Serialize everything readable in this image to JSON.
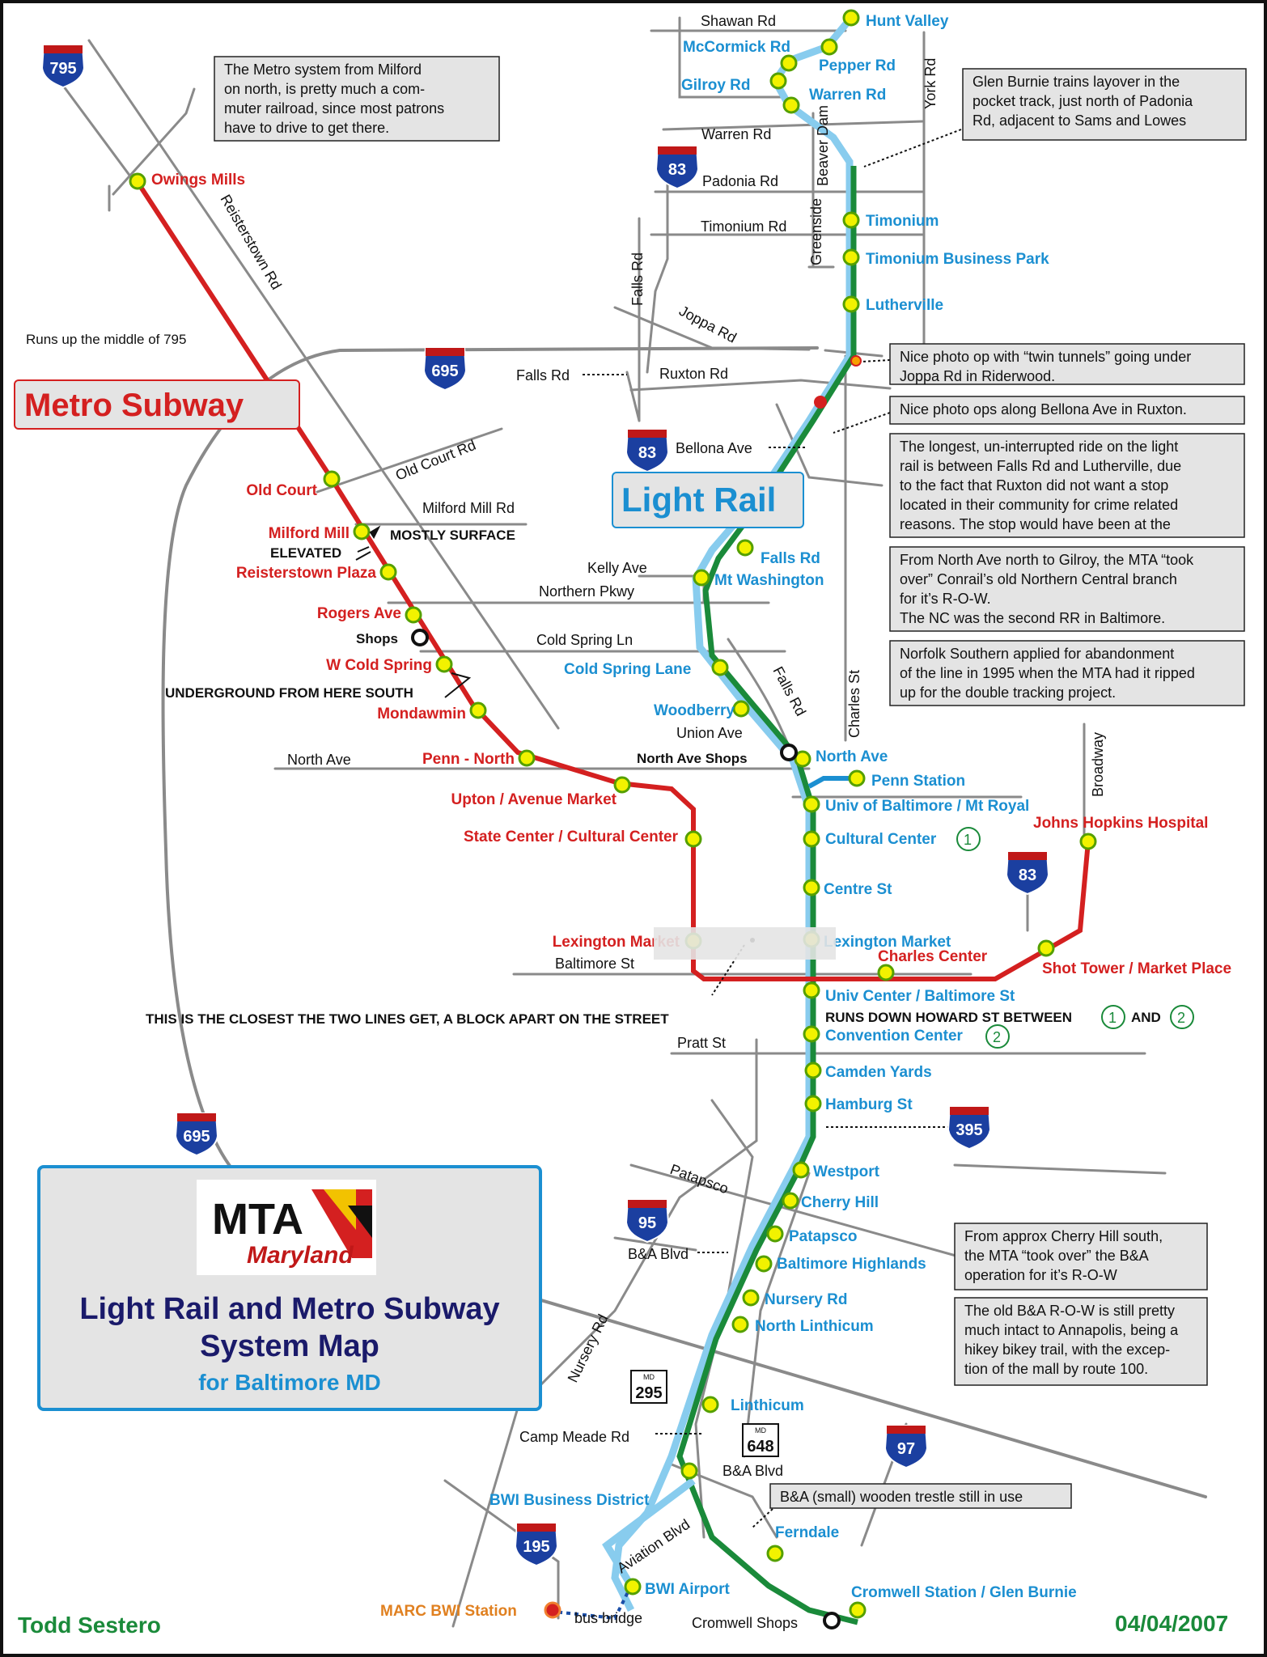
{
  "title": {
    "line1": "Light Rail and Metro Subway",
    "line2": "System Map",
    "line3": "for Baltimore MD"
  },
  "logo": {
    "text": "MTA",
    "sub": "Maryland"
  },
  "author": "Todd Sestero",
  "date": "04/04/2007",
  "line_names": {
    "subway": "Metro Subway",
    "light_rail": "Light Rail"
  },
  "colors": {
    "subway": "#d42020",
    "light_rail_green": "#1a8a3a",
    "light_rail_blue": "#88ccee",
    "station_fill": "#f2f200",
    "road": "#8a8a8a",
    "note_bg": "#e4e4e4"
  },
  "subway_stations": [
    {
      "id": "owings-mills",
      "name": "Owings Mills"
    },
    {
      "id": "old-court",
      "name": "Old Court"
    },
    {
      "id": "milford-mill",
      "name": "Milford Mill"
    },
    {
      "id": "reisterstown-plaza",
      "name": "Reisterstown Plaza"
    },
    {
      "id": "rogers-ave",
      "name": "Rogers Ave"
    },
    {
      "id": "w-cold-spring",
      "name": "W Cold Spring"
    },
    {
      "id": "mondawmin",
      "name": "Mondawmin"
    },
    {
      "id": "penn-north",
      "name": "Penn - North"
    },
    {
      "id": "upton",
      "name": "Upton / Avenue Market"
    },
    {
      "id": "state-center",
      "name": "State Center / Cultural Center"
    },
    {
      "id": "lexington-market-subway",
      "name": "Lexington Market"
    },
    {
      "id": "charles-center",
      "name": "Charles Center"
    },
    {
      "id": "shot-tower",
      "name": "Shot Tower / Market Place"
    },
    {
      "id": "johns-hopkins",
      "name": "Johns Hopkins Hospital"
    }
  ],
  "rail_stations": [
    {
      "id": "hunt-valley",
      "name": "Hunt Valley"
    },
    {
      "id": "mccormick",
      "name": "McCormick Rd"
    },
    {
      "id": "pepper",
      "name": "Pepper Rd"
    },
    {
      "id": "gilroy",
      "name": "Gilroy Rd"
    },
    {
      "id": "warren",
      "name": "Warren Rd"
    },
    {
      "id": "timonium",
      "name": "Timonium"
    },
    {
      "id": "timonium-bp",
      "name": "Timonium Business Park"
    },
    {
      "id": "lutherville",
      "name": "Lutherville"
    },
    {
      "id": "falls-rd",
      "name": "Falls Rd"
    },
    {
      "id": "mt-washington",
      "name": "Mt Washington"
    },
    {
      "id": "cold-spring-lane",
      "name": "Cold Spring Lane"
    },
    {
      "id": "woodberry",
      "name": "Woodberry"
    },
    {
      "id": "north-ave",
      "name": "North Ave"
    },
    {
      "id": "penn-station",
      "name": "Penn Station"
    },
    {
      "id": "univ-baltimore",
      "name": "Univ of Baltimore / Mt Royal"
    },
    {
      "id": "cultural-center",
      "name": "Cultural Center"
    },
    {
      "id": "centre-st",
      "name": "Centre St"
    },
    {
      "id": "lexington-market-rail",
      "name": "Lexington Market"
    },
    {
      "id": "univ-center",
      "name": "Univ Center / Baltimore St"
    },
    {
      "id": "convention-center",
      "name": "Convention Center"
    },
    {
      "id": "camden-yards",
      "name": "Camden Yards"
    },
    {
      "id": "hamburg",
      "name": "Hamburg St"
    },
    {
      "id": "westport",
      "name": "Westport"
    },
    {
      "id": "cherry-hill",
      "name": "Cherry Hill"
    },
    {
      "id": "patapsco",
      "name": "Patapsco"
    },
    {
      "id": "baltimore-highlands",
      "name": "Baltimore Highlands"
    },
    {
      "id": "nursery-rd",
      "name": "Nursery Rd"
    },
    {
      "id": "north-linthicum",
      "name": "North Linthicum"
    },
    {
      "id": "linthicum",
      "name": "Linthicum"
    },
    {
      "id": "bwi-business",
      "name": "BWI Business District"
    },
    {
      "id": "bwi-airport",
      "name": "BWI Airport"
    },
    {
      "id": "ferndale",
      "name": "Ferndale"
    },
    {
      "id": "cromwell",
      "name": "Cromwell Station / Glen Burnie"
    }
  ],
  "marc_station": "MARC BWI Station",
  "shops": {
    "shops": "Shops",
    "north_ave": "North Ave Shops",
    "cromwell": "Cromwell Shops"
  },
  "circle_marks": {
    "one": "1",
    "two": "2"
  },
  "roads": {
    "shawan": "Shawan Rd",
    "york": "York Rd",
    "warren": "Warren Rd",
    "padonia": "Padonia Rd",
    "beaver_dam": "Beaver Dam",
    "greenside": "Greenside",
    "timonium": "Timonium Rd",
    "falls_north": "Falls Rd",
    "joppa": "Joppa Rd",
    "falls_arrow": "Falls Rd",
    "ruxton": "Ruxton Rd",
    "bellona": "Bellona Ave",
    "reisterstown": "Reisterstown Rd",
    "old_court": "Old Court Rd",
    "milford_mill": "Milford Mill Rd",
    "kelly": "Kelly Ave",
    "northern_pkwy": "Northern Pkwy",
    "cold_spring": "Cold Spring Ln",
    "falls_south": "Falls Rd",
    "charles": "Charles St",
    "union": "Union Ave",
    "north_ave": "North Ave",
    "broadway": "Broadway",
    "baltimore_st": "Baltimore St",
    "pratt": "Pratt St",
    "patapsco": "Patapsco",
    "ba_blvd": "B&A Blvd",
    "nursery": "Nursery Rd",
    "camp_meade": "Camp Meade Rd",
    "ba_blvd2": "B&A Blvd",
    "aviation": "Aviation Blvd",
    "bus_bridge": "bus bridge"
  },
  "shields": {
    "i795": "795",
    "i695a": "695",
    "i83a": "83",
    "i83b": "83",
    "i83c": "83",
    "i695b": "695",
    "i395": "395",
    "i95": "95",
    "md295": "295",
    "md648": "648",
    "i97": "97",
    "i195": "195",
    "md_label": "MD"
  },
  "annotations": {
    "runs_795": "Runs up the middle of 795",
    "elevated": "ELEVATED",
    "mostly_surface": "MOSTLY SURFACE",
    "underground": "UNDERGROUND FROM HERE SOUTH",
    "closest": "THIS IS THE CLOSEST THE TWO LINES GET, A BLOCK APART ON THE STREET",
    "runs_down_howard": "RUNS DOWN HOWARD ST BETWEEN",
    "and": "AND"
  },
  "notes": {
    "milford": [
      "The Metro system from Milford",
      "on north, is pretty much a com-",
      "muter railroad, since most patrons",
      "have to drive to get there."
    ],
    "glen_burnie": [
      "Glen Burnie trains layover in the",
      "pocket track, just north of Padonia",
      "Rd, adjacent to Sams and Lowes"
    ],
    "twin_tunnels": [
      "Nice photo op with “twin tunnels” going under",
      "Joppa Rd in Riderwood."
    ],
    "bellona": [
      "Nice photo ops along Bellona Ave in Ruxton."
    ],
    "longest": [
      "The longest, un-interrupted ride on the light",
      "rail is between Falls Rd and Lutherville, due",
      "to the fact that Ruxton did not want a stop",
      "located in their community for crime related",
      "reasons.  The stop would have been at the"
    ],
    "north_central": [
      "From North Ave north to Gilroy, the MTA “took",
      "over” Conrail’s old Northern Central branch",
      "for it’s R-O-W.",
      "The NC was the second RR in Baltimore."
    ],
    "norfolk": [
      "Norfolk Southern applied for abandonment",
      "of the line in 1995 when the MTA had it ripped",
      "up for the double tracking project."
    ],
    "cherry_hill": [
      "From approx Cherry Hill south,",
      "the MTA “took over” the B&A",
      "operation for it’s R-O-W"
    ],
    "old_ba": [
      "The old B&A R-O-W is still pretty",
      "much intact to Annapolis, being a",
      "hikey bikey trail, with the excep-",
      "tion of the mall by route 100."
    ],
    "trestle": [
      "B&A (small) wooden trestle still in use"
    ]
  }
}
